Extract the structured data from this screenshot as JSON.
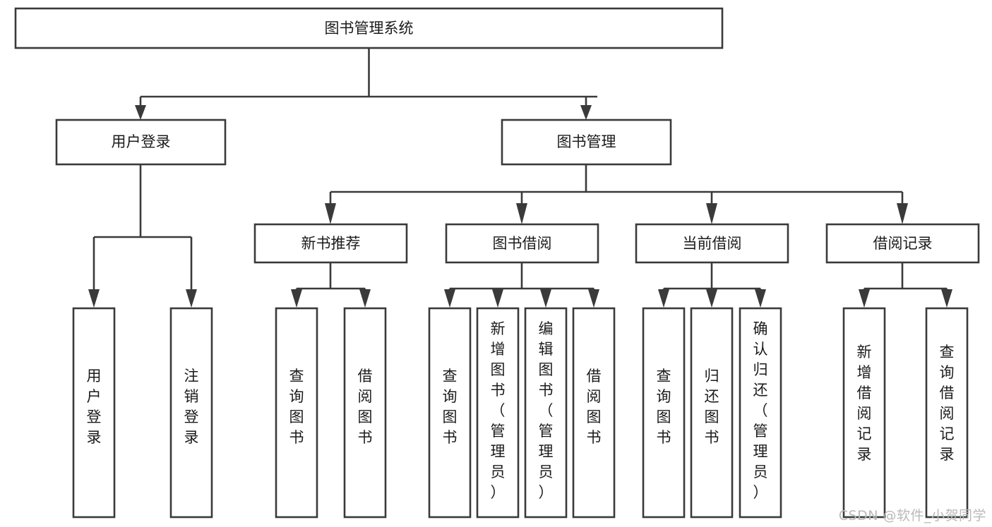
{
  "diagram": {
    "type": "tree",
    "title": "图书管理系统",
    "watermark": "CSDN @软件_小贺同学",
    "colors": {
      "stroke": "#3a3a3a",
      "box_fill": "#ffffff",
      "text": "#1b1b1b",
      "background": "#ffffff",
      "watermark": "#b9b9b9"
    },
    "levels": {
      "root": {
        "label": "图书管理系统"
      },
      "level1": [
        {
          "label": "用户登录"
        },
        {
          "label": "图书管理"
        }
      ],
      "level2": [
        {
          "label": "新书推荐",
          "parent": "图书管理"
        },
        {
          "label": "图书借阅",
          "parent": "图书管理"
        },
        {
          "label": "当前借阅",
          "parent": "图书管理"
        },
        {
          "label": "借阅记录",
          "parent": "图书管理"
        }
      ],
      "leaves": [
        {
          "label": "用户登录",
          "parent": "用户登录",
          "lines": [
            "用",
            "户",
            "登",
            "录"
          ]
        },
        {
          "label": "注销登录",
          "parent": "用户登录",
          "lines": [
            "注",
            "销",
            "登",
            "录"
          ]
        },
        {
          "label": "查询图书",
          "parent": "新书推荐",
          "lines": [
            "查",
            "询",
            "图",
            "书"
          ]
        },
        {
          "label": "借阅图书",
          "parent": "新书推荐",
          "lines": [
            "借",
            "阅",
            "图",
            "书"
          ]
        },
        {
          "label": "查询图书",
          "parent": "图书借阅",
          "lines": [
            "查",
            "询",
            "图",
            "书"
          ]
        },
        {
          "label": "新增图书（管理员）",
          "parent": "图书借阅",
          "lines": [
            "新",
            "增",
            "图",
            "书",
            "（",
            "管",
            "理",
            "员",
            "）"
          ]
        },
        {
          "label": "编辑图书（管理员）",
          "parent": "图书借阅",
          "lines": [
            "编",
            "辑",
            "图",
            "书",
            "（",
            "管",
            "理",
            "员",
            "）"
          ]
        },
        {
          "label": "借阅图书",
          "parent": "图书借阅",
          "lines": [
            "借",
            "阅",
            "图",
            "书"
          ]
        },
        {
          "label": "查询图书",
          "parent": "当前借阅",
          "lines": [
            "查",
            "询",
            "图",
            "书"
          ]
        },
        {
          "label": "归还图书",
          "parent": "当前借阅",
          "lines": [
            "归",
            "还",
            "图",
            "书"
          ]
        },
        {
          "label": "确认归还（管理员）",
          "parent": "当前借阅",
          "lines": [
            "确",
            "认",
            "归",
            "还",
            "（",
            "管",
            "理",
            "员",
            "）"
          ]
        },
        {
          "label": "新增借阅记录",
          "parent": "借阅记录",
          "lines": [
            "新",
            "增",
            "借",
            "阅",
            "记",
            "录"
          ]
        },
        {
          "label": "查询借阅记录",
          "parent": "借阅记录",
          "lines": [
            "查",
            "询",
            "借",
            "阅",
            "记",
            "录"
          ]
        }
      ]
    }
  }
}
